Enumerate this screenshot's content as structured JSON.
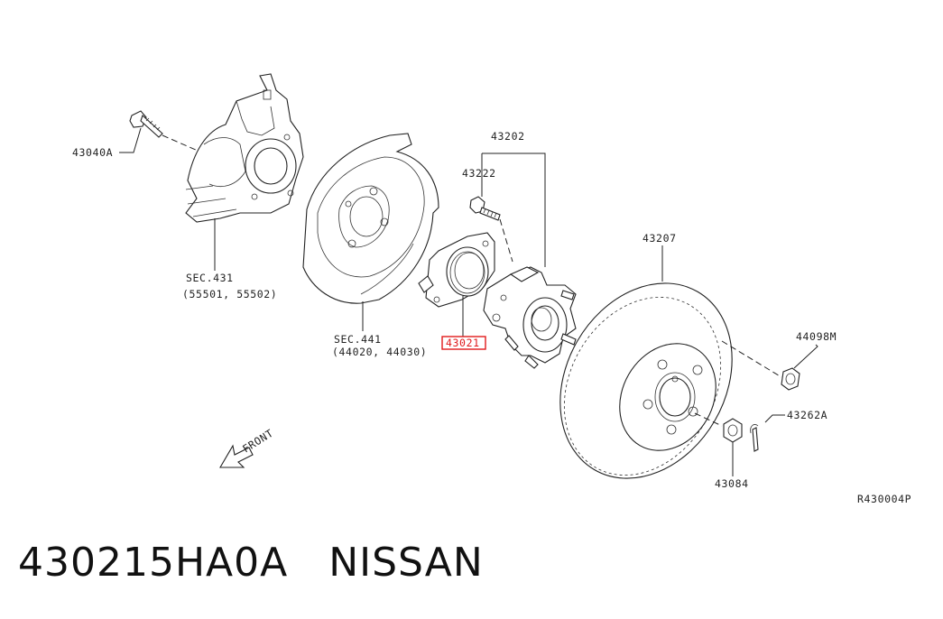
{
  "diagram": {
    "callouts": {
      "p43040A": "43040A",
      "sec431": "SEC.431",
      "sec431_parts": "(55501, 55502)",
      "sec441": "SEC.441",
      "sec441_parts": "(44020, 44030)",
      "p43021": "43021",
      "p43202": "43202",
      "p43222": "43222",
      "p43207": "43207",
      "p44098M": "44098M",
      "p43262A": "43262A",
      "p43084": "43084",
      "front": "FRONT",
      "ref_code": "R430004P"
    },
    "highlight_color": "#e0191b"
  },
  "footer": {
    "part_number": "430215HA0A",
    "brand": "NISSAN"
  }
}
